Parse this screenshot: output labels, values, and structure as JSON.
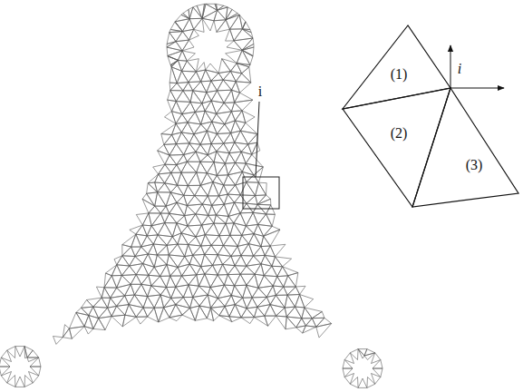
{
  "diagram": {
    "nodes": [
      {
        "text": [
          "(1)"
        ]
      },
      {
        "text": [
          "(2)"
        ]
      },
      {
        "text": [
          "(3)"
        ]
      }
    ],
    "labels": [
      "i",
      "i"
    ]
  }
}
